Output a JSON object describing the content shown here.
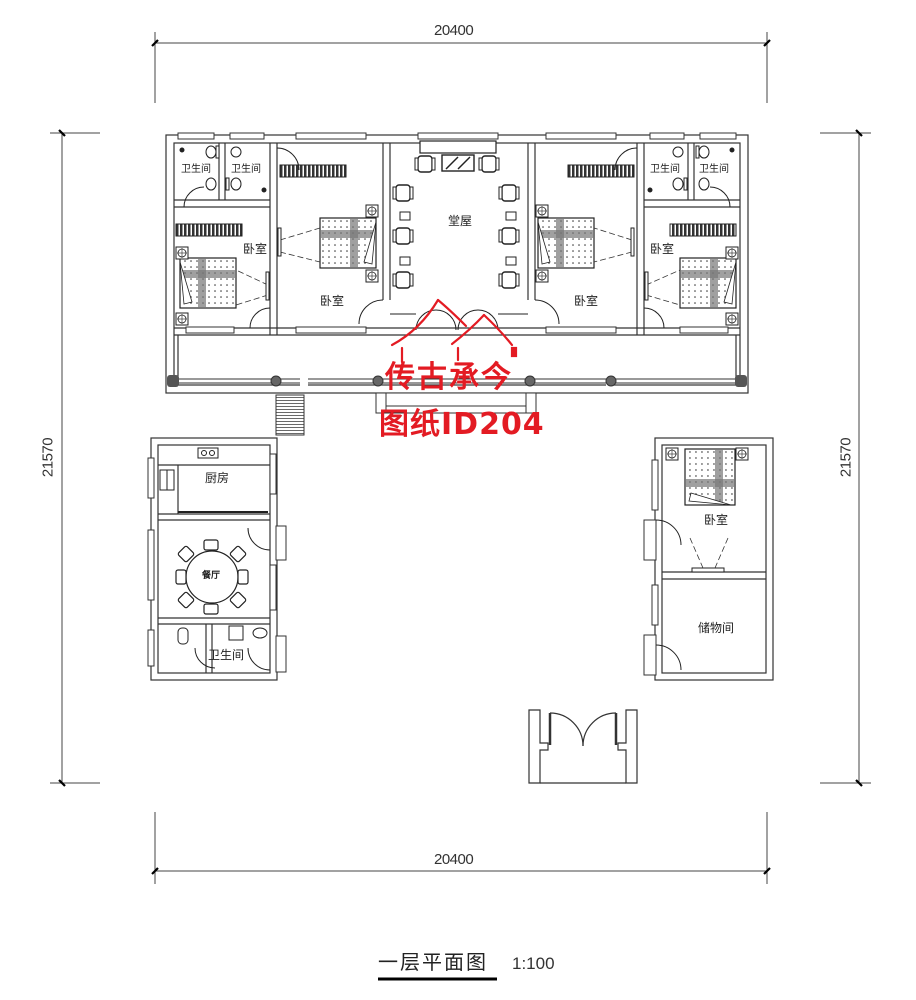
{
  "drawing": {
    "title": "一层平面图",
    "scale": "1:100",
    "dimensions": {
      "top_width": "20400",
      "bottom_width": "20400",
      "left_depth": "21570",
      "right_depth": "21570"
    },
    "watermark": {
      "line1": "传古承今",
      "line2": "图纸ID204",
      "color": "#e31b23"
    },
    "rooms": {
      "main_hall": "堂屋",
      "bath_left_1": "卫生间",
      "bath_left_2": "卫生间",
      "bath_right_1": "卫生间",
      "bath_right_2": "卫生间",
      "bedroom_left_outer": "卧室",
      "bedroom_left_inner": "卧室",
      "bedroom_right_inner": "卧室",
      "bedroom_right_outer": "卧室",
      "kitchen": "厨房",
      "dining": "餐厅",
      "bath_wing": "卫生间",
      "bedroom_wing": "卧室",
      "storage": "储物间"
    },
    "colors": {
      "line": "#333333",
      "wall_fill": "#ffffff",
      "column": "#555555",
      "watermark": "#e31b23"
    }
  }
}
